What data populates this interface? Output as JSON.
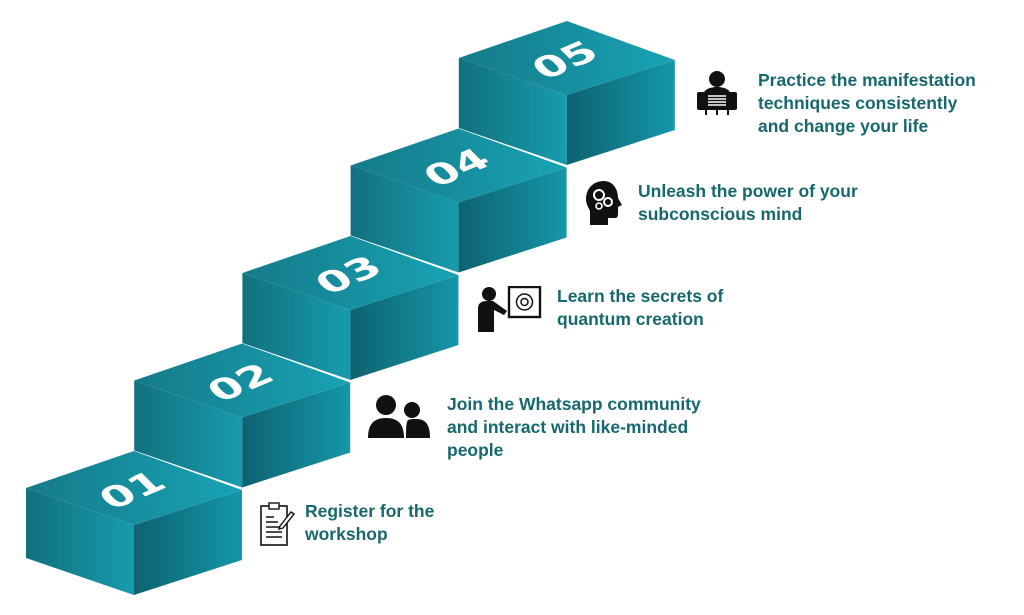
{
  "colors": {
    "top_dark": "#167a89",
    "top_light": "#17a3b5",
    "left_dark": "#11707e",
    "left_light": "#179cad",
    "right_dark": "#0e6270",
    "right_light": "#1497a9",
    "text": "#17686e",
    "icon": "#111111"
  },
  "steps": [
    {
      "number": "01",
      "icon": "clipboard-icon",
      "lines": [
        "Register for the",
        "workshop"
      ]
    },
    {
      "number": "02",
      "icon": "users-icon",
      "lines": [
        "Join the Whatsapp community",
        "and interact with like-minded",
        "people"
      ]
    },
    {
      "number": "03",
      "icon": "teacher-presentation-icon",
      "lines": [
        "Learn the secrets of",
        "quantum creation"
      ]
    },
    {
      "number": "04",
      "icon": "head-gears-icon",
      "lines": [
        "Unleash the power of your",
        "subconscious mind"
      ]
    },
    {
      "number": "05",
      "icon": "person-practice-icon",
      "lines": [
        "Practice the manifestation",
        "techniques consistently",
        "and change your life"
      ]
    }
  ]
}
